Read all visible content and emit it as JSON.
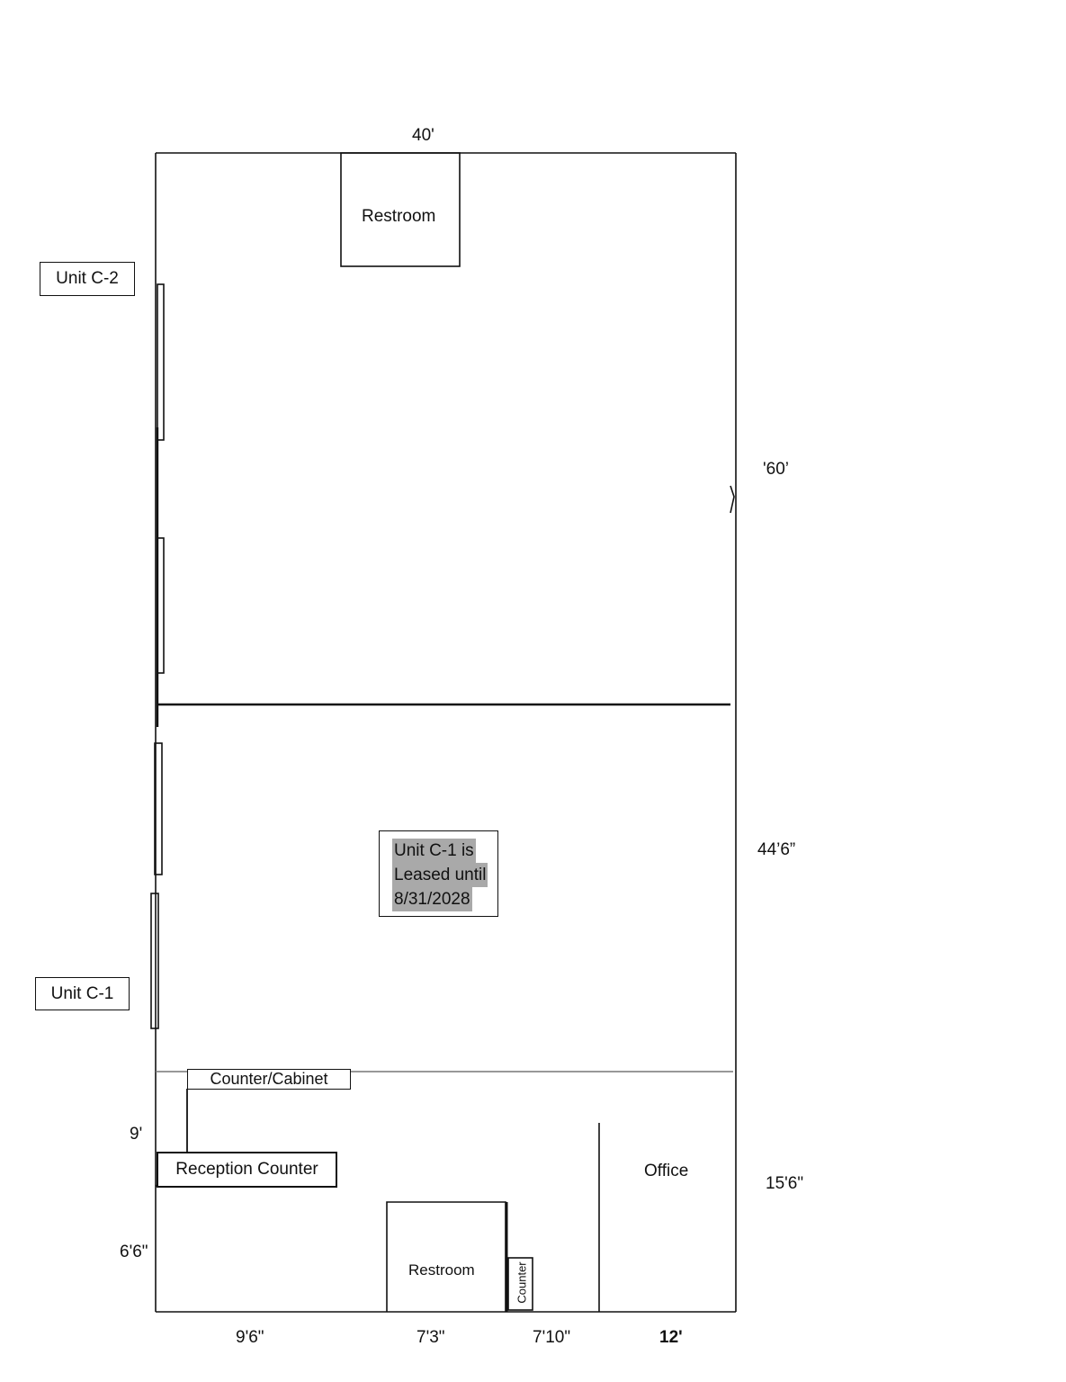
{
  "dimensions": {
    "top_width": "40'",
    "upper_height": "'60’",
    "middle_height": "44’6”",
    "lower_height": "15'6\"",
    "left_upper": "9'",
    "left_lower": "6'6\"",
    "bottom_1": "9'6\"",
    "bottom_2": "7'3\"",
    "bottom_3": "7'10\"",
    "bottom_4": "12'"
  },
  "units": {
    "c2": "Unit C-2",
    "c1": "Unit C-1"
  },
  "rooms": {
    "restroom_top": "Restroom",
    "restroom_bottom": "Restroom",
    "office": "Office",
    "counter_cabinet": "Counter/Cabinet",
    "reception_counter": "Reception Counter",
    "counter": "Counter"
  },
  "lease_note": {
    "line1": "Unit C-1 is",
    "line2": "Leased until",
    "line3": "8/31/2028"
  }
}
